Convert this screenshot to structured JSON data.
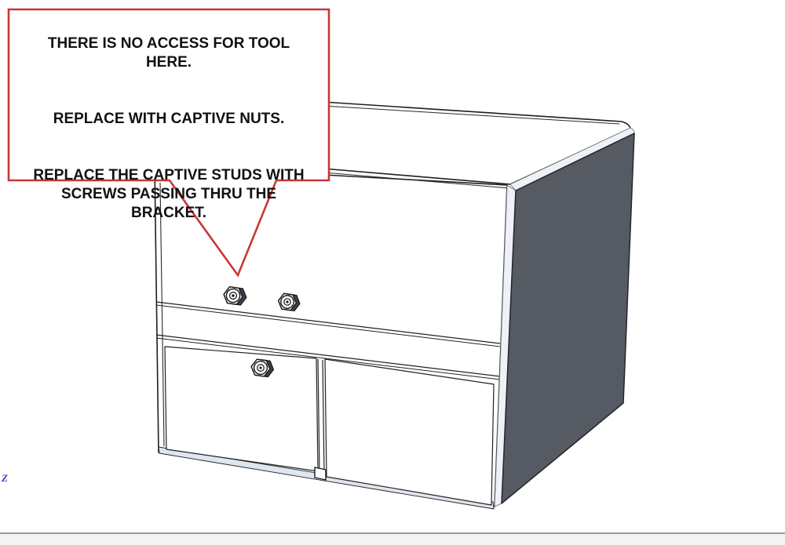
{
  "annotation": {
    "paragraphs": [
      "THERE IS NO ACCESS FOR TOOL\nHERE.",
      "REPLACE WITH CAPTIVE NUTS.",
      "REPLACE THE CAPTIVE STUDS WITH\nSCREWS PASSING THRU THE\nBRACKET."
    ]
  },
  "axis_indicator": {
    "label": "Z"
  },
  "model": {
    "description": "3D sheet-metal enclosure, isometric view",
    "fastener_count": 3
  },
  "colors": {
    "accent_red": "#c83737",
    "panel_gray": "#555a63",
    "panel_edge": "#23262b",
    "chamfer_tint": "#eef1f5",
    "rail_tint": "#dfe6ee",
    "line_dark": "#1f1f1f",
    "axis_blue": "#4141bd",
    "statusbar_bg": "#f4f4f4",
    "statusbar_border": "#9a9a9a",
    "canvas_bg": "#ffffff"
  }
}
